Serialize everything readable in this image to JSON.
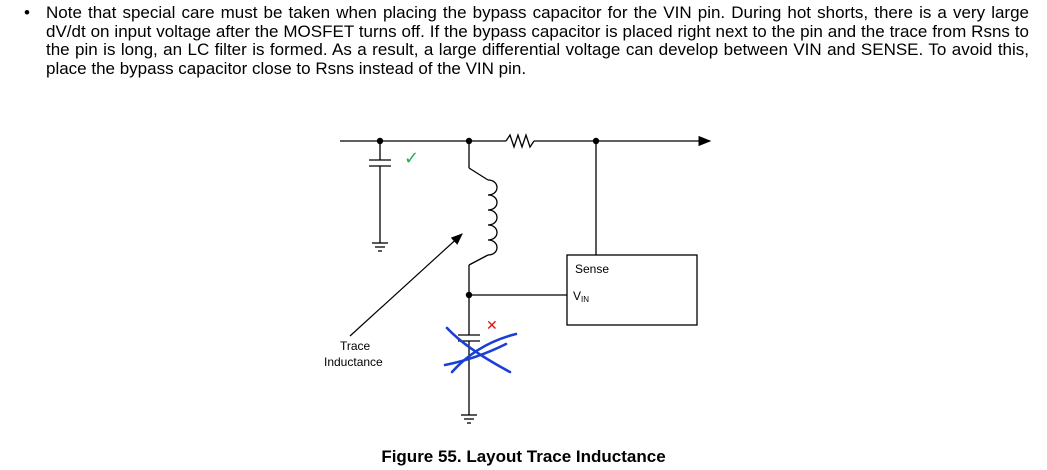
{
  "paragraph": {
    "bullet": "•",
    "text": "Note that special care must be taken when placing the bypass capacitor for the VIN pin. During hot shorts, there is a very large dV/dt on input voltage after the MOSFET turns off. If the bypass capacitor is placed right next to the pin and the trace from Rsns to the pin is long, an LC filter is formed. As a result, a large differential voltage can develop between VIN and SENSE. To avoid this, place the bypass capacitor close to Rsns instead of the VIN pin."
  },
  "figure": {
    "labels": {
      "sense": "Sense",
      "vin_main": "V",
      "vin_sub": "IN",
      "trace_line1": "Trace",
      "trace_line2": "Inductance"
    },
    "marks": {
      "check": "✓",
      "cross": "✕"
    },
    "colors": {
      "check": "#22b14c",
      "cross": "#e81010",
      "scribble": "#1a3fd6",
      "wire": "#000000"
    },
    "caption": "Figure 55. Layout Trace Inductance"
  }
}
